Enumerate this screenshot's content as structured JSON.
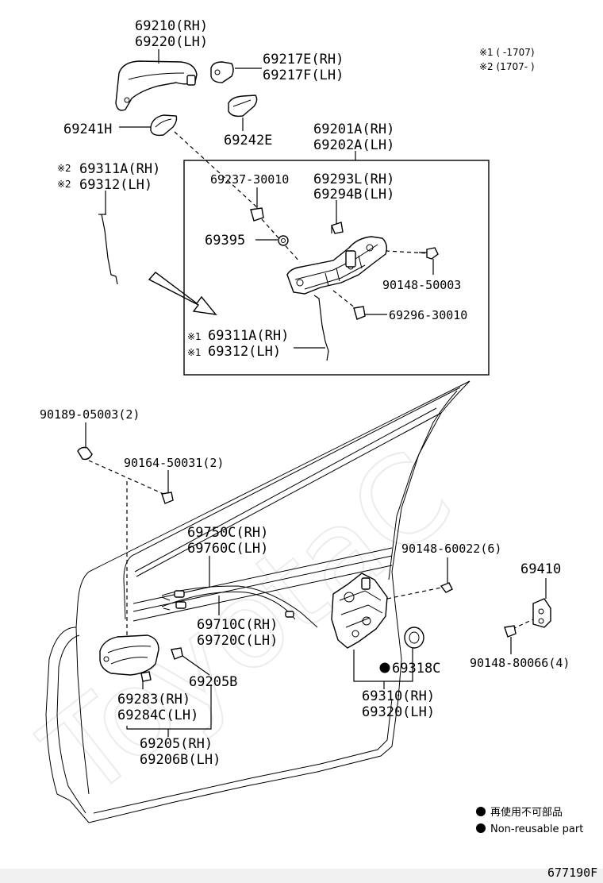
{
  "notes": {
    "note1": "※1 (      -1707)",
    "note2": "※2 (1707-      )"
  },
  "labels": {
    "p69210": "69210(RH)",
    "p69220": "69220(LH)",
    "p69217e": "69217E(RH)",
    "p69217f": "69217F(LH)",
    "p69241h": "69241H",
    "p69242e": "69242E",
    "p69201a": "69201A(RH)",
    "p69202a": "69202A(LH)",
    "p69311a_top_mark": "※2",
    "p69311a_top": "69311A(RH)",
    "p69312_top_mark": "※2",
    "p69312_top": "69312(LH)",
    "p69237": "69237-30010",
    "p69293l": "69293L(RH)",
    "p69294b": "69294B(LH)",
    "p69395": "69395",
    "p90148_50003": "90148-50003",
    "p69296": "69296-30010",
    "p69311a_box_mark": "※1",
    "p69311a_box": "69311A(RH)",
    "p69312_box_mark": "※1",
    "p69312_box": "69312(LH)",
    "p90189": "90189-05003(2)",
    "p90164": "90164-50031(2)",
    "p69750c": "69750C(RH)",
    "p69760c": "69760C(LH)",
    "p90148_60022": "90148-60022(6)",
    "p69410": "69410",
    "p69710c": "69710C(RH)",
    "p69720c": "69720C(LH)",
    "p69318c": "69318C",
    "p69205b": "69205B",
    "p90148_80066": "90148-80066(4)",
    "p69283": "69283(RH)",
    "p69284c": "69284C(LH)",
    "p69310": "69310(RH)",
    "p69320": "69320(LH)",
    "p69205": "69205(RH)",
    "p69206b": "69206B(LH)"
  },
  "legend": {
    "line1": "再使用不可部品",
    "line2": "Non-reusable part"
  },
  "ref_code": "677190F",
  "watermark": "ToyotaC"
}
